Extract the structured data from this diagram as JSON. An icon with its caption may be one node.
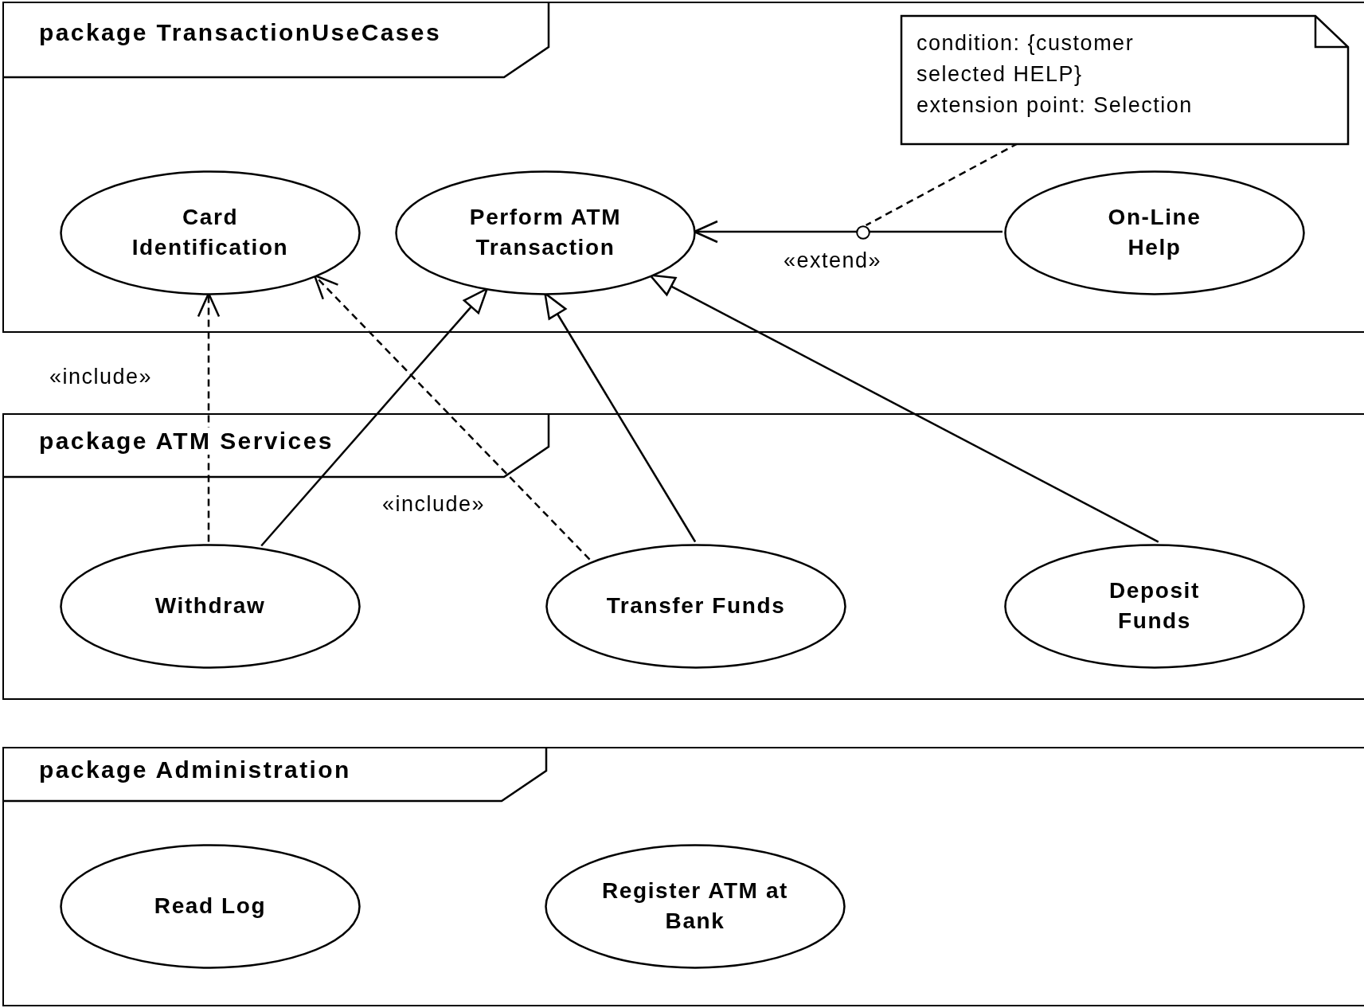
{
  "diagram": {
    "nodes": [
      {
        "text": [
          "package TransactionUseCases"
        ]
      },
      {
        "text": [
          "condition: {customer selected HELP}",
          "extension point: Selection"
        ],
        "in": 0
      },
      {
        "text": [
          "Card Identification"
        ],
        "in": 0
      },
      {
        "text": [
          "Perform ATM Transaction"
        ],
        "in": 0
      },
      {
        "text": [],
        "shape": "circle",
        "in": 0
      },
      {
        "text": [
          "On-Line Help"
        ],
        "in": 0
      },
      {
        "text": [
          "package ATM Services"
        ]
      },
      {
        "text": [
          "Withdraw"
        ],
        "in": 6
      },
      {
        "text": [
          "Transfer Funds"
        ],
        "in": 6
      },
      {
        "text": [
          "Deposit Funds"
        ],
        "in": 6
      },
      {
        "text": [
          "package Administration"
        ]
      },
      {
        "text": [
          "Read Log"
        ],
        "in": 10
      },
      {
        "text": [
          "Register ATM at Bank"
        ],
        "in": 10
      }
    ],
    "edges": [
      {
        "from": 7,
        "to": 2,
        "arrow": "to",
        "style": "dashed",
        "label": "«include»"
      },
      {
        "from": 7,
        "to": 3,
        "arrow": "to"
      },
      {
        "from": 8,
        "to": 2,
        "arrow": "to",
        "style": "dashed",
        "label": "«include»"
      },
      {
        "from": 8,
        "to": 3,
        "arrow": "to"
      },
      {
        "from": 9,
        "to": 3,
        "arrow": "to"
      },
      {
        "from": 5,
        "to": 3,
        "arrow": "to",
        "label": "«extend»"
      },
      {
        "from": 1,
        "to": 4,
        "arrow": "none",
        "style": "dashed"
      }
    ]
  }
}
